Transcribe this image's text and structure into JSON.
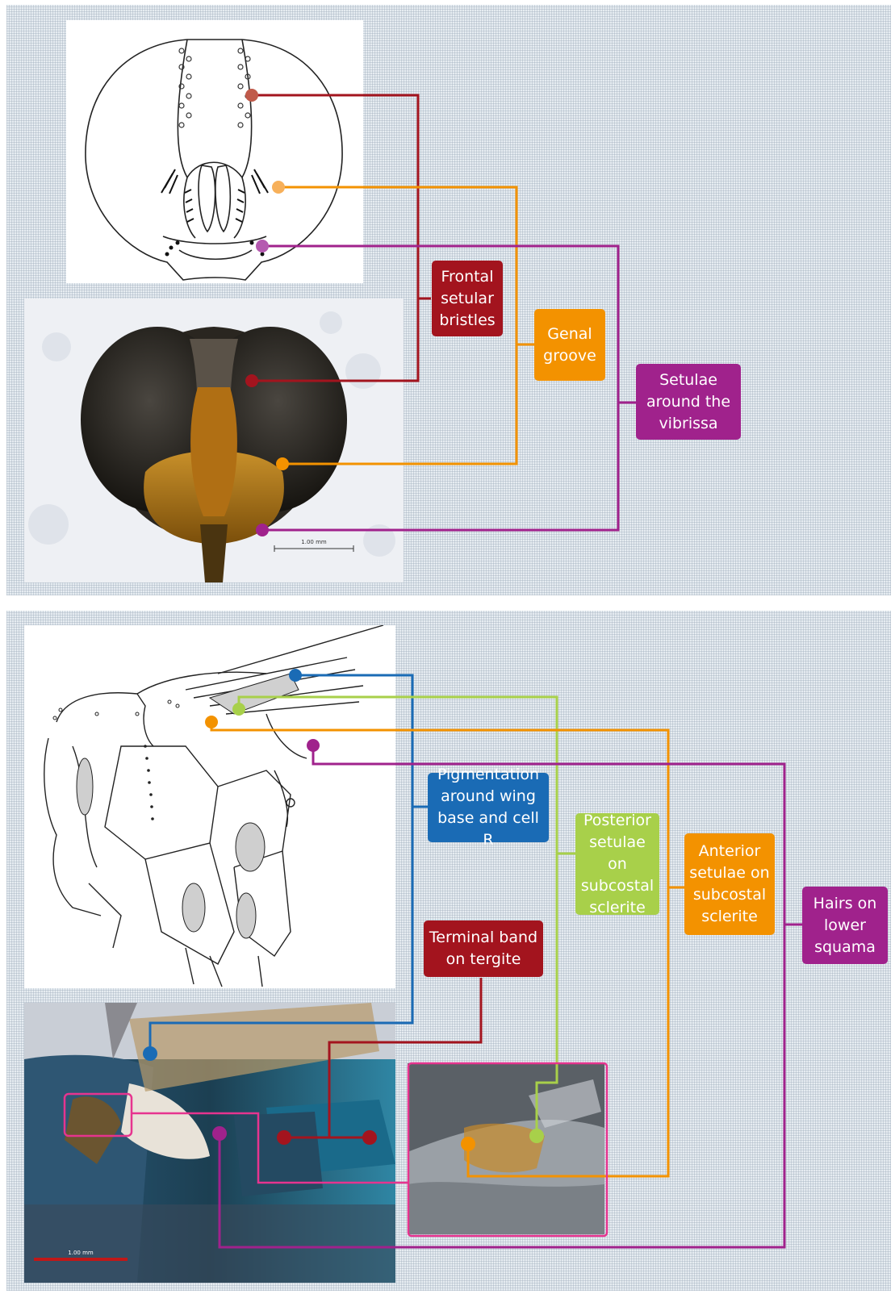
{
  "colors": {
    "frontal": "#a3141e",
    "genal": "#f39200",
    "vibrissa": "#a0228c",
    "pigment": "#1a6bb5",
    "posterior": "#a8d04a",
    "anterior": "#f39200",
    "squama": "#a0228c",
    "terminal": "#a3141e",
    "inset_frame": "#e6348f"
  },
  "top_panel": {
    "labels": {
      "frontal": "Frontal\nsetular\nbristles",
      "genal": "Genal\ngroove",
      "vibrissa": "Setulae\naround the\nvibrissa"
    },
    "photo_scale": "1.00 mm"
  },
  "bottom_panel": {
    "labels": {
      "pigment": "Pigmentation\naround wing\nbase and cell R",
      "posterior": "Posterior\nsetulae on\nsubcostal\nsclerite",
      "anterior": "Anterior\nsetulae on\nsubcostal\nsclerite",
      "squama": "Hairs on\nlower\nsquama",
      "terminal": "Terminal band\non tergite"
    },
    "photo_scale": "1.00 mm"
  }
}
